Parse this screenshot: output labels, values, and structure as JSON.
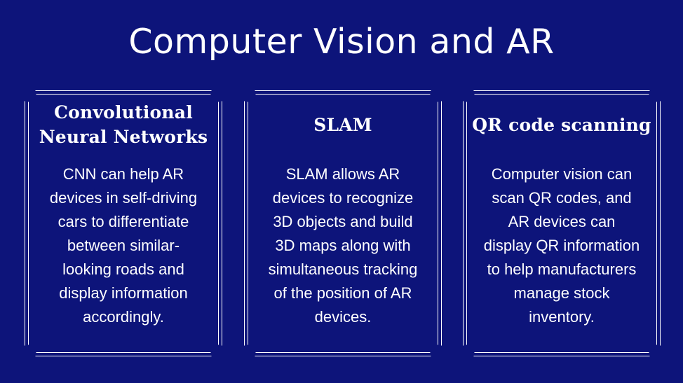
{
  "slide": {
    "title": "Computer Vision and AR",
    "cards": [
      {
        "heading": "Convolutional\nNeural Networks",
        "body": "CNN can help AR\ndevices in self-driving\ncars to differentiate\nbetween similar-\nlooking roads and\ndisplay information\naccordingly."
      },
      {
        "heading": "SLAM",
        "body": "SLAM allows AR\ndevices to recognize\n3D objects and build\n3D maps along with\nsimultaneous tracking\nof the position of AR\ndevices."
      },
      {
        "heading": "QR code scanning",
        "body": "Computer vision can\nscan QR codes, and\nAR devices can\ndisplay QR information\nto help manufacturers\nmanage stock\ninventory."
      }
    ]
  },
  "colors": {
    "background": "#0d147a",
    "text": "#ffffff",
    "border": "#ffffff"
  }
}
